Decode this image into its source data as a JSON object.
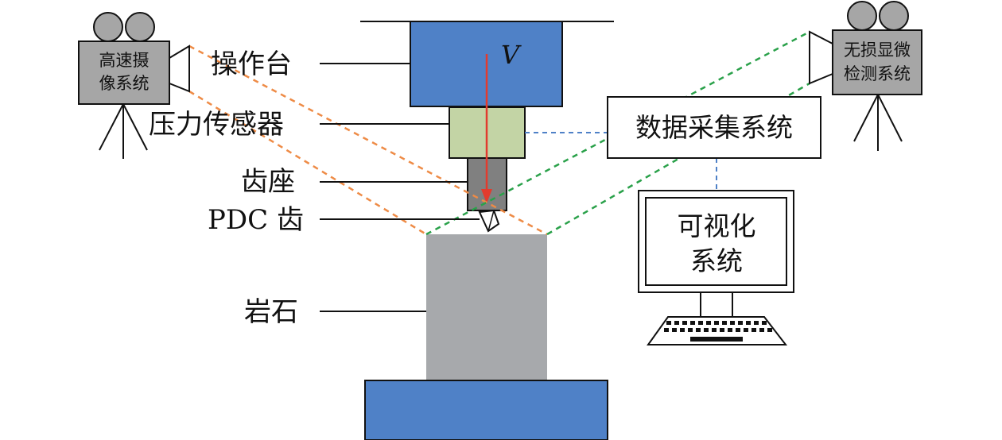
{
  "labels": {
    "operating_table": "操作台",
    "pressure_sensor": "压力传感器",
    "tooth_seat": "齿座",
    "pdc_tooth": "PDC 齿",
    "rock": "岩石",
    "velocity": "V"
  },
  "camera_left": {
    "line1": "高速摄",
    "line2": "像系统"
  },
  "camera_right": {
    "line1": "无损显微",
    "line2": "检测系统"
  },
  "data_acquisition": "数据采集系统",
  "visualization": {
    "line1": "可视化",
    "line2": "系统"
  },
  "colors": {
    "blue_block": "#4f81c7",
    "sensor_green": "#c3d4a5",
    "seat_gray": "#808080",
    "rock_gray": "#a7a9ac",
    "camera_gray": "#a6a6a6",
    "orange_dash": "#ee8b46",
    "green_dash": "#2aa14a",
    "blue_dash": "#4f81c7",
    "arrow_red": "#e23b2e"
  }
}
